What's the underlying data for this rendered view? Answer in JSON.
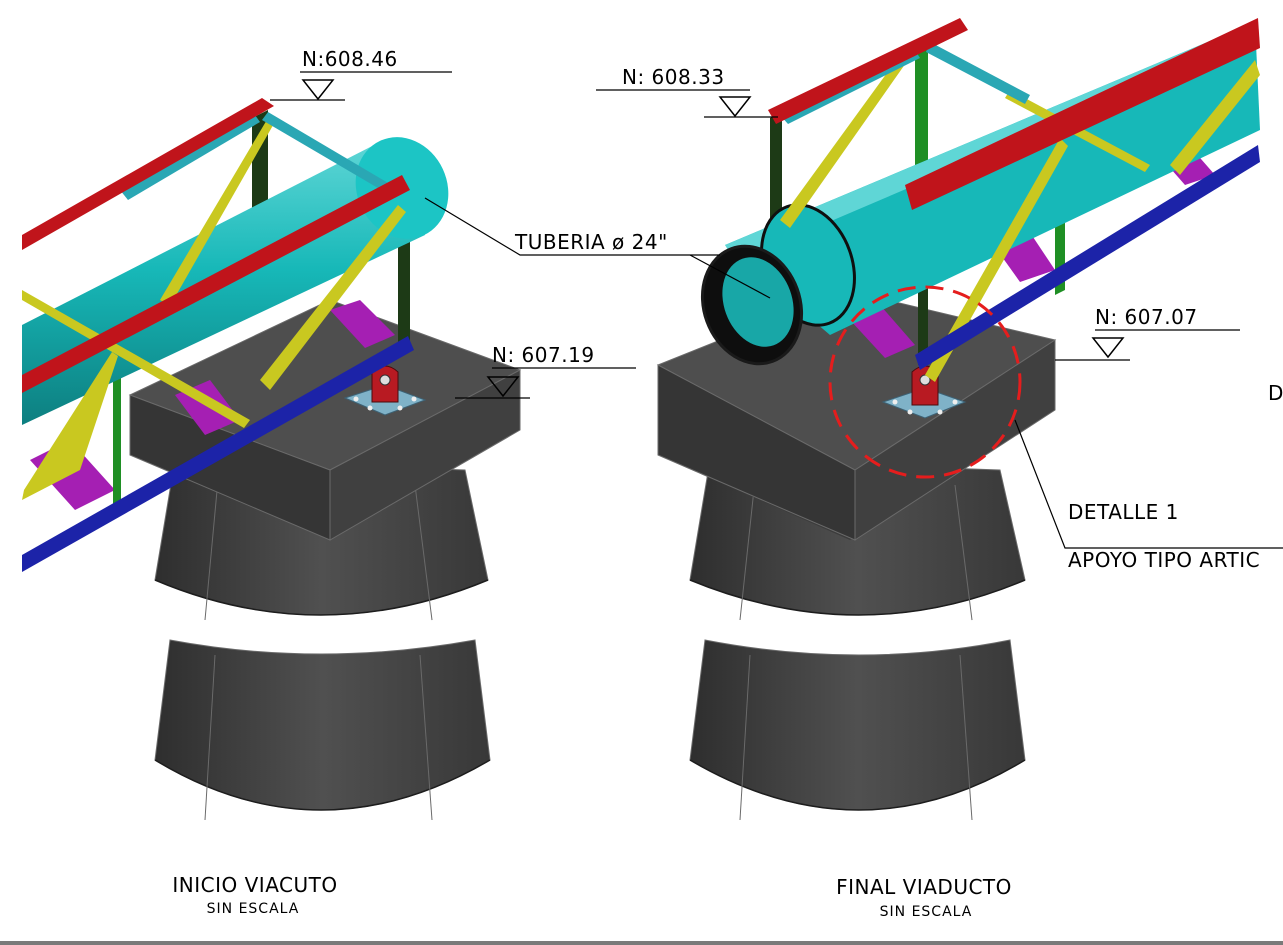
{
  "levels": {
    "left_top": "N:608.46",
    "left_support": "N:  607.19",
    "right_top": "N:  608.33",
    "right_support": "N:  607.07"
  },
  "callouts": {
    "pipe": "TUBERIA ø 24\"",
    "detail_title": "DETALLE 1",
    "detail_subtitle": "APOYO TIPO ARTIC",
    "cut_off_letter": "D"
  },
  "views": [
    {
      "title": "INICIO VIACUTO",
      "scale": "SIN ESCALA"
    },
    {
      "title": "FINAL VIADUCTO",
      "scale": "SIN ESCALA"
    }
  ],
  "colors": {
    "pipe": "#17b8b8",
    "top_chord": "#c0141b",
    "bottom_chord": "#1c23a8",
    "diagonals": "#c9c820",
    "verticals": "#1f8f24",
    "crossbeams": "#a51fb3",
    "concrete": "#454545",
    "detail_circle": "#e51d1d"
  }
}
